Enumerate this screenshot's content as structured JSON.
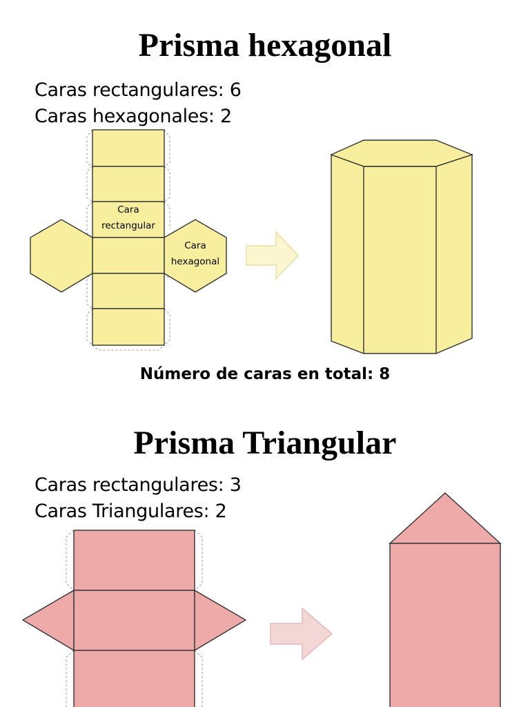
{
  "hexagonal": {
    "title": "Prisma hexagonal",
    "rect_faces": "Caras rectangulares: 6",
    "hex_faces": "Caras hexagonales: 2",
    "rect_label_1": "Cara",
    "rect_label_2": "rectangular",
    "hex_label_1": "Cara",
    "hex_label_2": "hexagonal",
    "total": "Número de caras en total: 8",
    "color_fill": "#f7ef9d",
    "color_arrow": "#fbf6cf"
  },
  "triangular": {
    "title": "Prisma Triangular",
    "rect_faces": "Caras rectangulares: 3",
    "tri_faces": "Caras Triangulares: 2",
    "color_fill": "#eea9a9",
    "color_arrow": "#f3d7d7"
  }
}
